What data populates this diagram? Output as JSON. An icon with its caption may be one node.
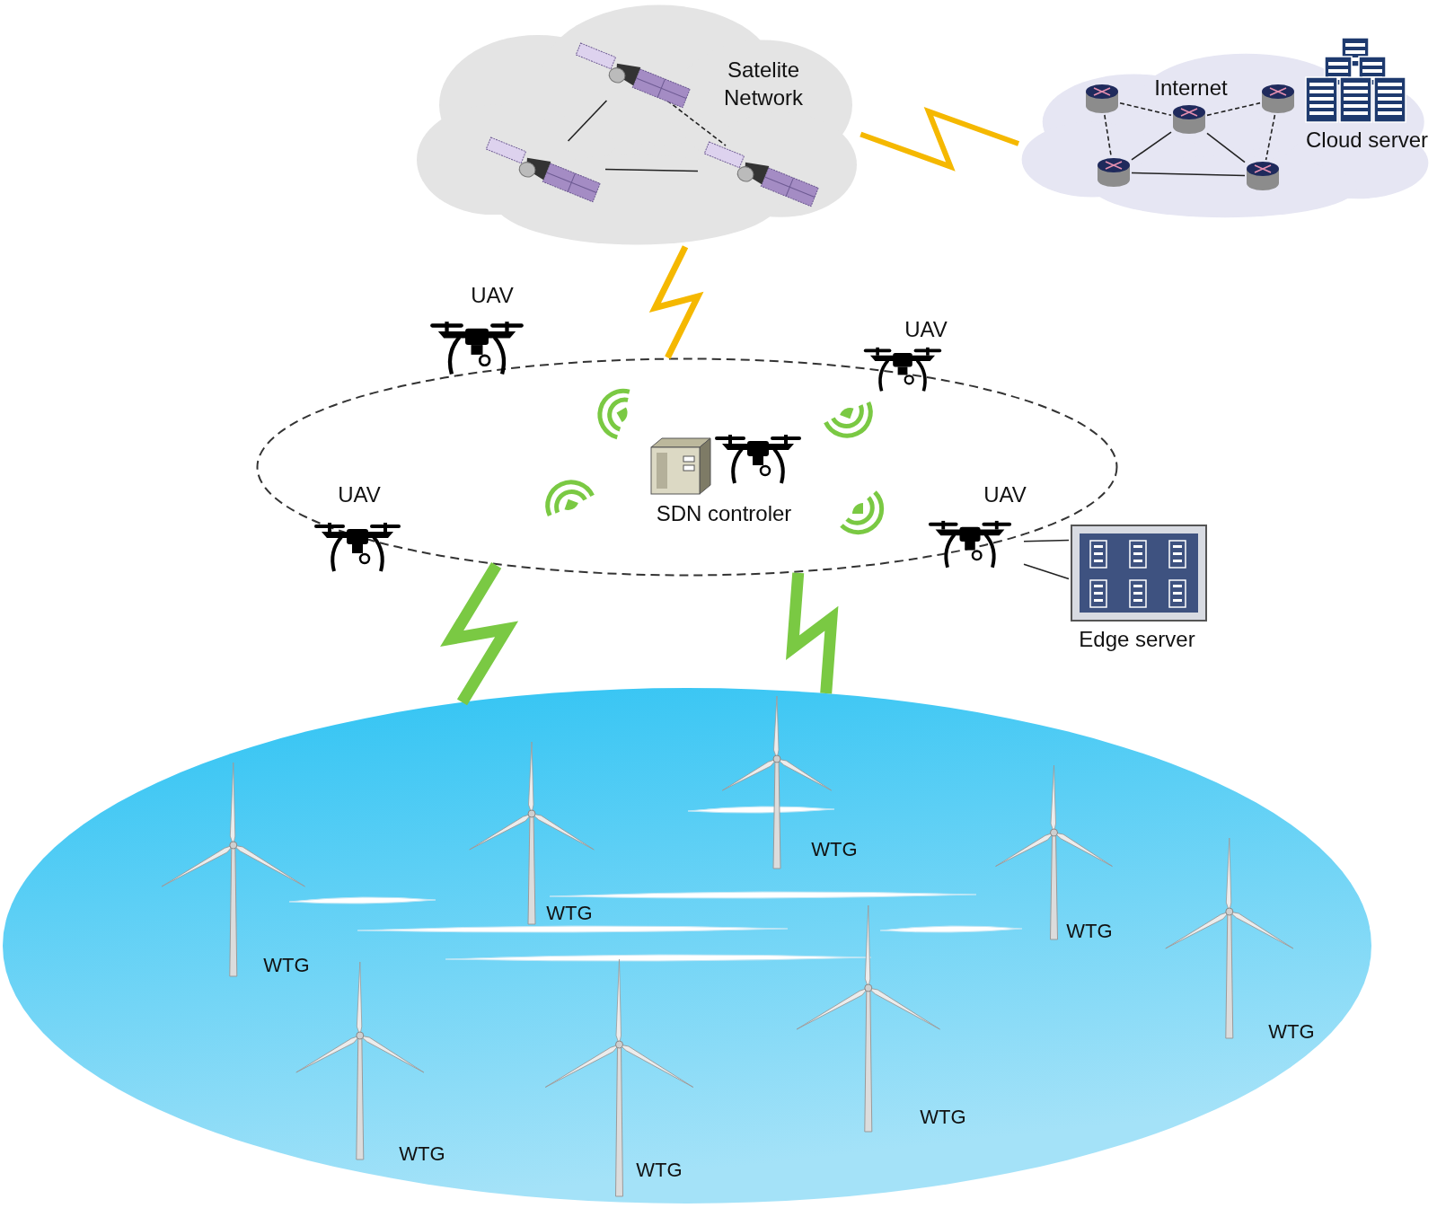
{
  "diagram": {
    "nodes": [
      {
        "text": [
          "Satelite Network"
        ]
      },
      {
        "text": [],
        "shape": "picture",
        "in": 0
      },
      {
        "text": [],
        "shape": "picture",
        "in": 0
      },
      {
        "text": [],
        "shape": "picture",
        "in": 0
      },
      {
        "text": [
          "Internet"
        ]
      },
      {
        "text": [],
        "shape": "cylinder",
        "in": 4
      },
      {
        "text": [],
        "shape": "cylinder",
        "in": 4
      },
      {
        "text": [],
        "shape": "cylinder",
        "in": 4
      },
      {
        "text": [],
        "shape": "cylinder",
        "in": 4
      },
      {
        "text": [],
        "shape": "cylinder",
        "in": 4
      },
      {
        "text": [
          "Cloud server"
        ]
      },
      {
        "text": [],
        "shape": "circle"
      },
      {
        "text": [
          "UAV"
        ]
      },
      {
        "text": [
          "UAV"
        ]
      },
      {
        "text": [
          "UAV"
        ],
        "in": 11
      },
      {
        "text": [
          "UAV"
        ],
        "in": 11
      },
      {
        "text": [
          "SDN controler"
        ],
        "in": 11
      },
      {
        "text": [
          "Edge server"
        ]
      },
      {
        "text": [],
        "shape": "circle"
      },
      {
        "text": [
          "WTG"
        ],
        "in": 18
      },
      {
        "text": [
          "WTG"
        ],
        "in": 18
      },
      {
        "text": [
          "WTG"
        ],
        "in": 18
      },
      {
        "text": [
          "WTG"
        ],
        "in": 18
      },
      {
        "text": [
          "WTG"
        ],
        "in": 18
      },
      {
        "text": [
          "WTG"
        ],
        "in": 18
      },
      {
        "text": [
          "WTG"
        ],
        "in": 18
      },
      {
        "text": [
          "WTG"
        ],
        "in": 18
      }
    ],
    "edges": [
      {
        "from": 1,
        "to": 2,
        "arrow": "none"
      },
      {
        "from": 1,
        "to": 3,
        "arrow": "none",
        "style": "dashed"
      },
      {
        "from": 2,
        "to": 3,
        "arrow": "none"
      },
      {
        "from": 5,
        "to": 6,
        "arrow": "none",
        "style": "dashed"
      },
      {
        "from": 5,
        "to": 8,
        "arrow": "none",
        "style": "dashed"
      },
      {
        "from": 6,
        "to": 7,
        "arrow": "none",
        "style": "dashed"
      },
      {
        "from": 6,
        "to": 8,
        "arrow": "none"
      },
      {
        "from": 6,
        "to": 9,
        "arrow": "none"
      },
      {
        "from": 7,
        "to": 9,
        "arrow": "none",
        "style": "dashed"
      },
      {
        "from": 8,
        "to": 9,
        "arrow": "none"
      },
      {
        "from": 0,
        "to": 4,
        "arrow": "none",
        "style": "thick",
        "color": "#f5b800"
      },
      {
        "from": 0,
        "to": 11,
        "arrow": "none",
        "style": "thick",
        "color": "#f5b800"
      },
      {
        "from": 11,
        "to": 18,
        "arrow": "none",
        "style": "thick",
        "color": "#7ac943"
      },
      {
        "from": 11,
        "to": 18,
        "arrow": "none",
        "style": "thick",
        "color": "#7ac943"
      },
      {
        "from": 17,
        "to": 15,
        "arrow": "none"
      },
      {
        "from": 17,
        "to": 15,
        "arrow": "none"
      }
    ]
  }
}
